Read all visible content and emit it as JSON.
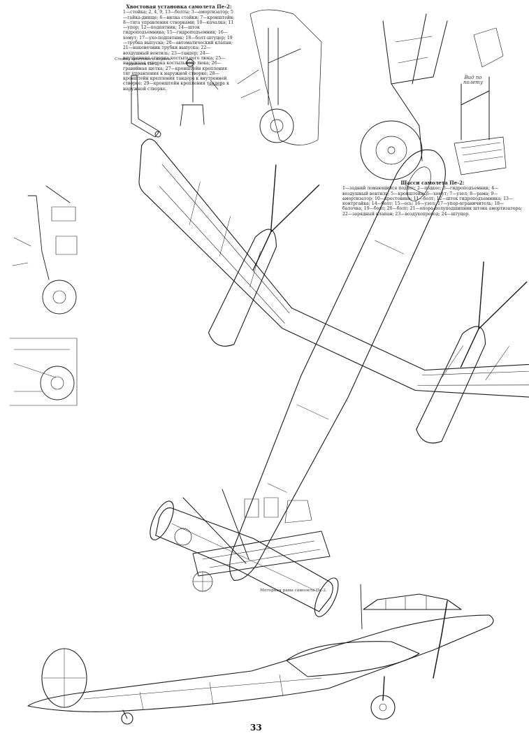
{
  "tail_gear": {
    "title": "Хвостовая установка самолета Пе-2:",
    "legend": "1—стойка; 2, 4, 9, 13—болты; 3—амортизатор; 5—гайка-днище; 6—вилка стойки; 7—кронштейн; 8—тяга управления створками; 10—качалка; 11—упор; 12—подпятник; 14—шток гидроподъемника; 15—гидроподъемник; 16—хомут; 17—ухо-подпятник; 18—болт-штуцер; 19—трубка выпуска; 20—автоматический клапан; 21—наконечник трубки выпуска; 22—воздушный вентиль; 23—тандер; 24—внутренняя створка костыльного люка; 25—наружная створка костыльного люка; 26—гравийная щетка; 27—кронштейн крепления тяг управления к наружной створке; 28—кронштейн крепления тандера к внутренней створке; 29—кронштейн крепления тандера к наружной створке.",
    "strut_label": "Стойка хвостового колеса самолета Пе-2."
  },
  "undercarriage": {
    "title": "Шасси самолета Пе-2:",
    "legend": "1—задний ломающийся подкос; 2—подкос; 3—гидроподъемник; 4—воздушный вентиль; 5—кронштейн; 6—хомут; 7—узел; 8—рама; 9—амортизатор; 10—крестовина; 11—болт; 12—шток гидроподъемника; 13—контргайка; 14—болт; 15—ось; 16—узел; 17—упор-ограничитель; 18—балочка; 19—болт; 20—болт; 21—опора-полуподшипник штока амортизатора; 22—зарядный клапан; 23—воздухопровод; 24—штуцер."
  },
  "flight_view_label": "Вид по полету",
  "motor_frame_label": "Моторная рама самолета Пе-2.",
  "page_number": "33"
}
